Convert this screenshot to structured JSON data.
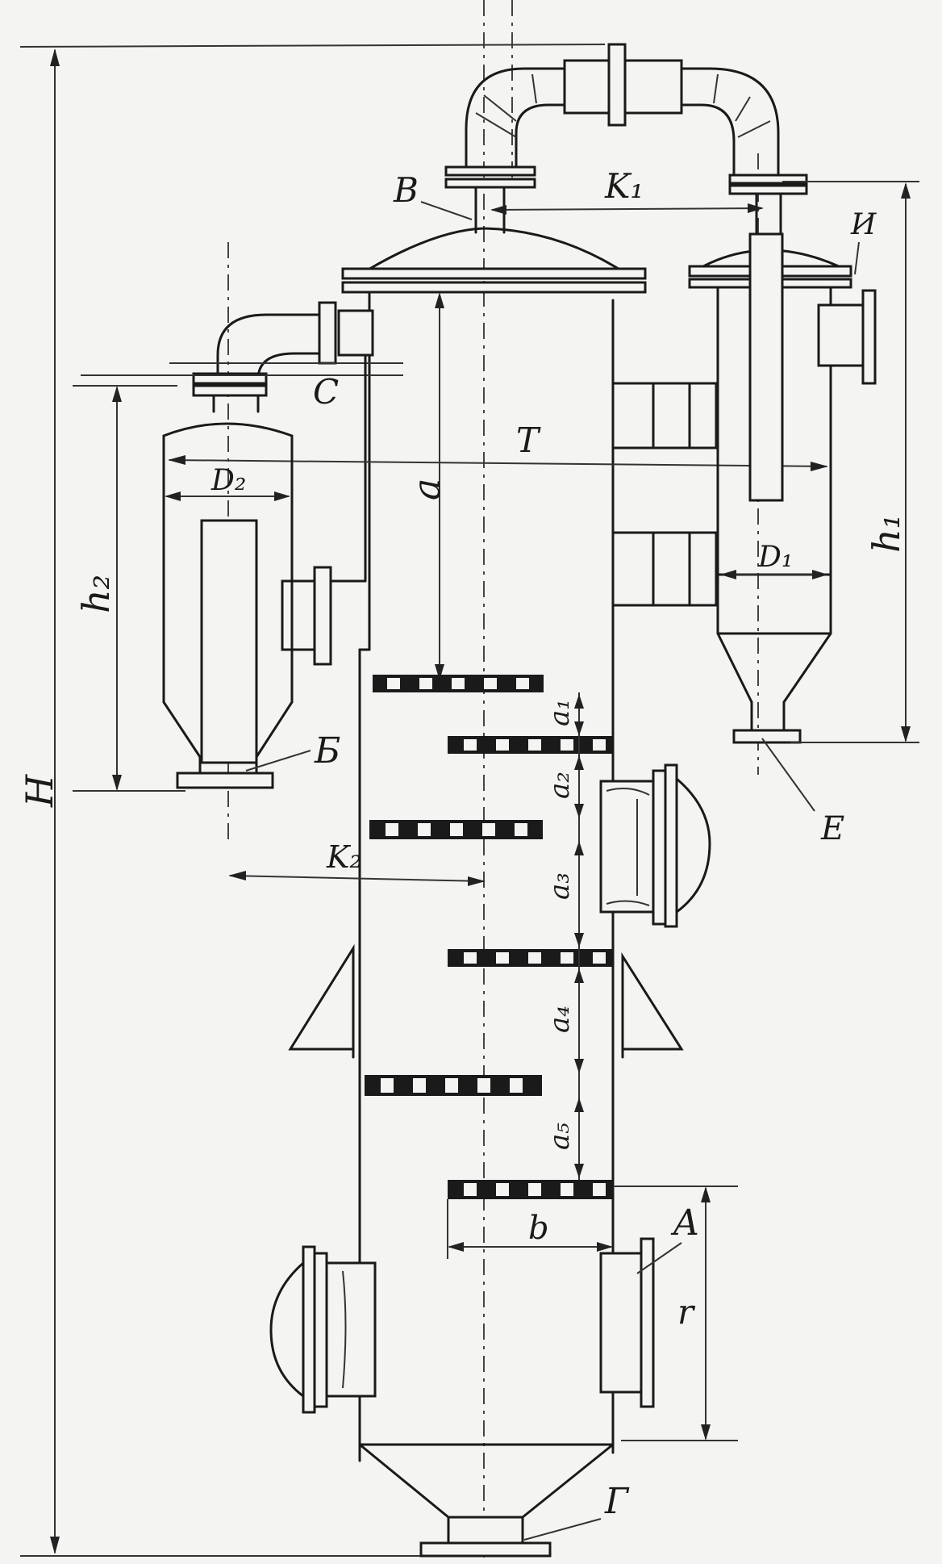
{
  "labels": {
    "B": "B",
    "K1": "K₁",
    "I": "И",
    "C": "C",
    "T": "T",
    "D2": "D₂",
    "D1": "D₁",
    "a": "a",
    "h1": "h₁",
    "h2": "h₂",
    "H": "H",
    "b_letter": "Б",
    "a1": "a₁",
    "a2": "a₂",
    "a3": "a₃",
    "a4": "a₄",
    "a5": "a₅",
    "E": "E",
    "K2": "K₂",
    "b": "b",
    "A": "A",
    "r": "r",
    "G": "Г"
  }
}
